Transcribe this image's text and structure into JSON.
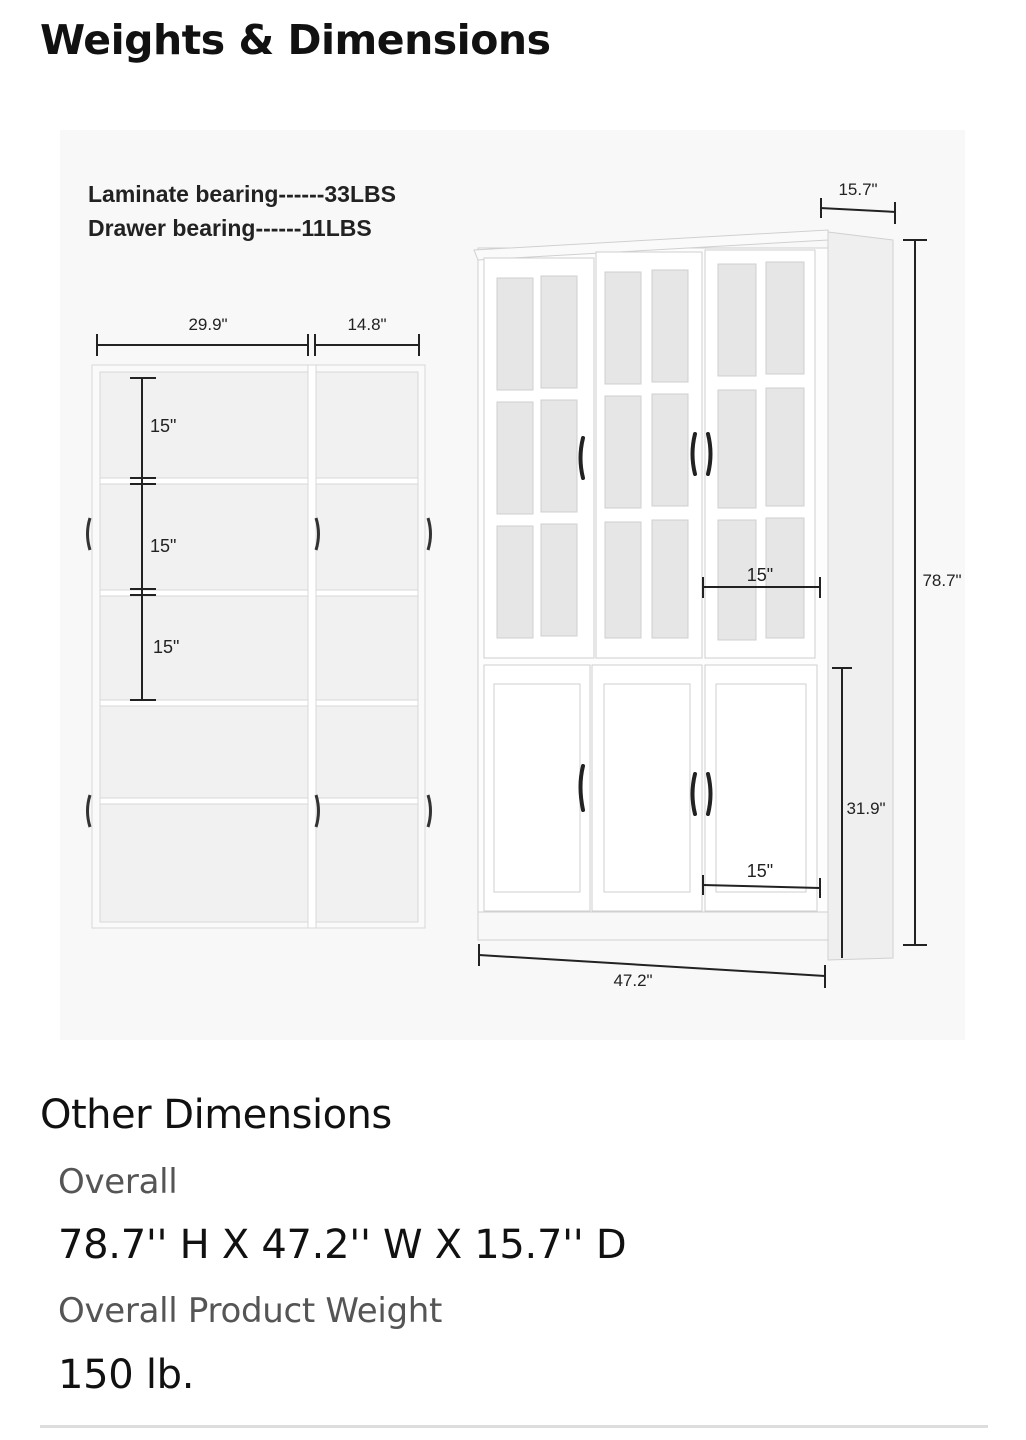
{
  "header": {
    "title": "Weights & Dimensions"
  },
  "diagram": {
    "laminate_bearing": "Laminate bearing------33LBS",
    "drawer_bearing": "Drawer bearing------11LBS",
    "width_left": "29.9\"",
    "width_right": "14.8\"",
    "shelf_1": "15\"",
    "shelf_2": "15\"",
    "shelf_3": "15\"",
    "depth": "15.7\"",
    "height": "78.7\"",
    "lower_height": "31.9\"",
    "upper_door_width": "15\"",
    "lower_door_width": "15\"",
    "total_width": "47.2\""
  },
  "other": {
    "heading": "Other Dimensions",
    "overall_label": "Overall",
    "overall_value": "78.7'' H X 47.2'' W X 15.7'' D",
    "weight_label": "Overall Product Weight",
    "weight_value": "150 lb."
  }
}
